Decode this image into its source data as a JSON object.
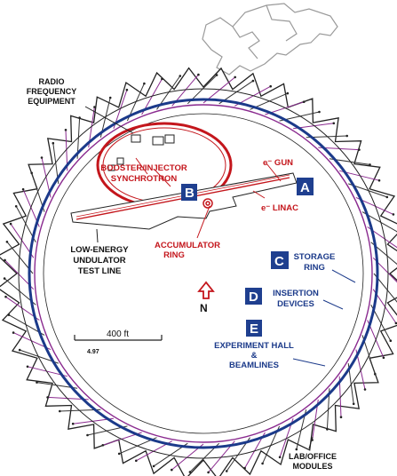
{
  "labels": {
    "radio_frequency": [
      "RADIO",
      "FREQUENCY",
      "EQUIPMENT"
    ],
    "booster": [
      "BOOSTER/INJECTOR",
      "SYNCHROTRON"
    ],
    "egun": "e⁻ GUN",
    "linac": "e⁻ LINAC",
    "low_energy": [
      "LOW-ENERGY",
      "UNDULATOR",
      "TEST LINE"
    ],
    "accumulator": [
      "ACCUMULATOR",
      "RING"
    ],
    "storage_ring": [
      "STORAGE",
      "RING"
    ],
    "insertion_devices": [
      "INSERTION",
      "DEVICES"
    ],
    "experiment_hall": [
      "EXPERIMENT HALL",
      "&",
      "BEAMLINES"
    ],
    "lab_office": [
      "LAB/OFFICE",
      "MODULES"
    ]
  },
  "badges": {
    "a": "A",
    "b": "B",
    "c": "C",
    "d": "D",
    "e": "E"
  },
  "north": "N",
  "scale": {
    "label": "400 ft",
    "sub": "4.97"
  },
  "colors": {
    "red": "#c4161c",
    "blue": "#1b3a8a",
    "purple": "#8a2a8f",
    "badge": "#1f3f8f"
  }
}
